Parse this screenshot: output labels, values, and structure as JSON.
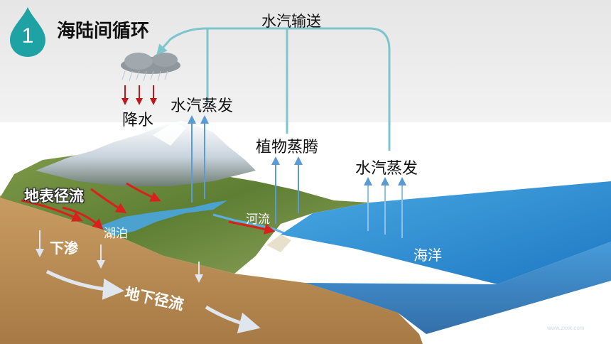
{
  "section": {
    "number": "1",
    "title": "海陆间循环"
  },
  "labels": {
    "vapor_transport": "水汽输送",
    "precipitation": "降水",
    "evaporation_land": "水汽蒸发",
    "transpiration": "植物蒸腾",
    "evaporation_sea": "水汽蒸发",
    "surface_runoff": "地表径流",
    "lake": "湖泊",
    "river": "河流",
    "infiltration": "下渗",
    "groundwater_runoff": "地下径流",
    "ocean": "海洋"
  },
  "watermark": "www.zxxk.com",
  "colors": {
    "badge": "#1fa2a4",
    "transport_line": "#7fc6cc",
    "up_arrow": "#5b9bd5",
    "rain_arrow": "#c0171b",
    "runoff_arrow": "#d9201c",
    "sea": "#2f86c9",
    "soil": "#b88a54"
  }
}
